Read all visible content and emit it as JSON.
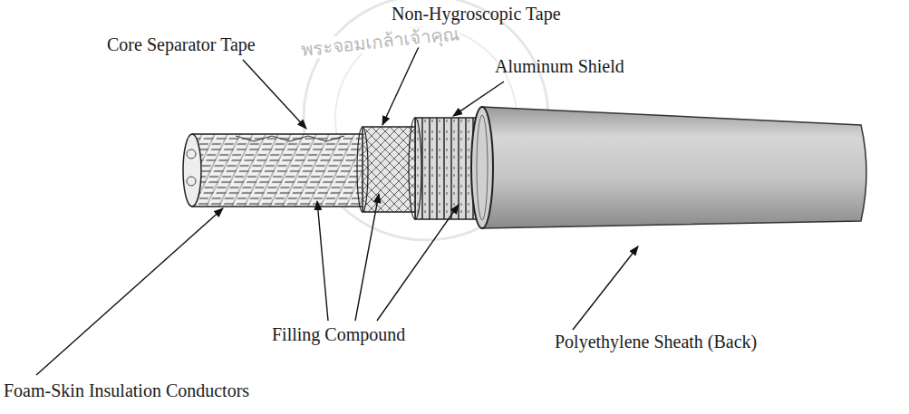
{
  "diagram": {
    "labels": [
      "พระจอมเกล้าเจ้าคุณ",
      "Non-Hygroscopic Tape",
      "Core Separator Tape",
      "Aluminum Shield",
      "Filling Compound",
      "Polyethylene Sheath (Back)",
      "Foam-Skin Insulation Conductors"
    ]
  }
}
